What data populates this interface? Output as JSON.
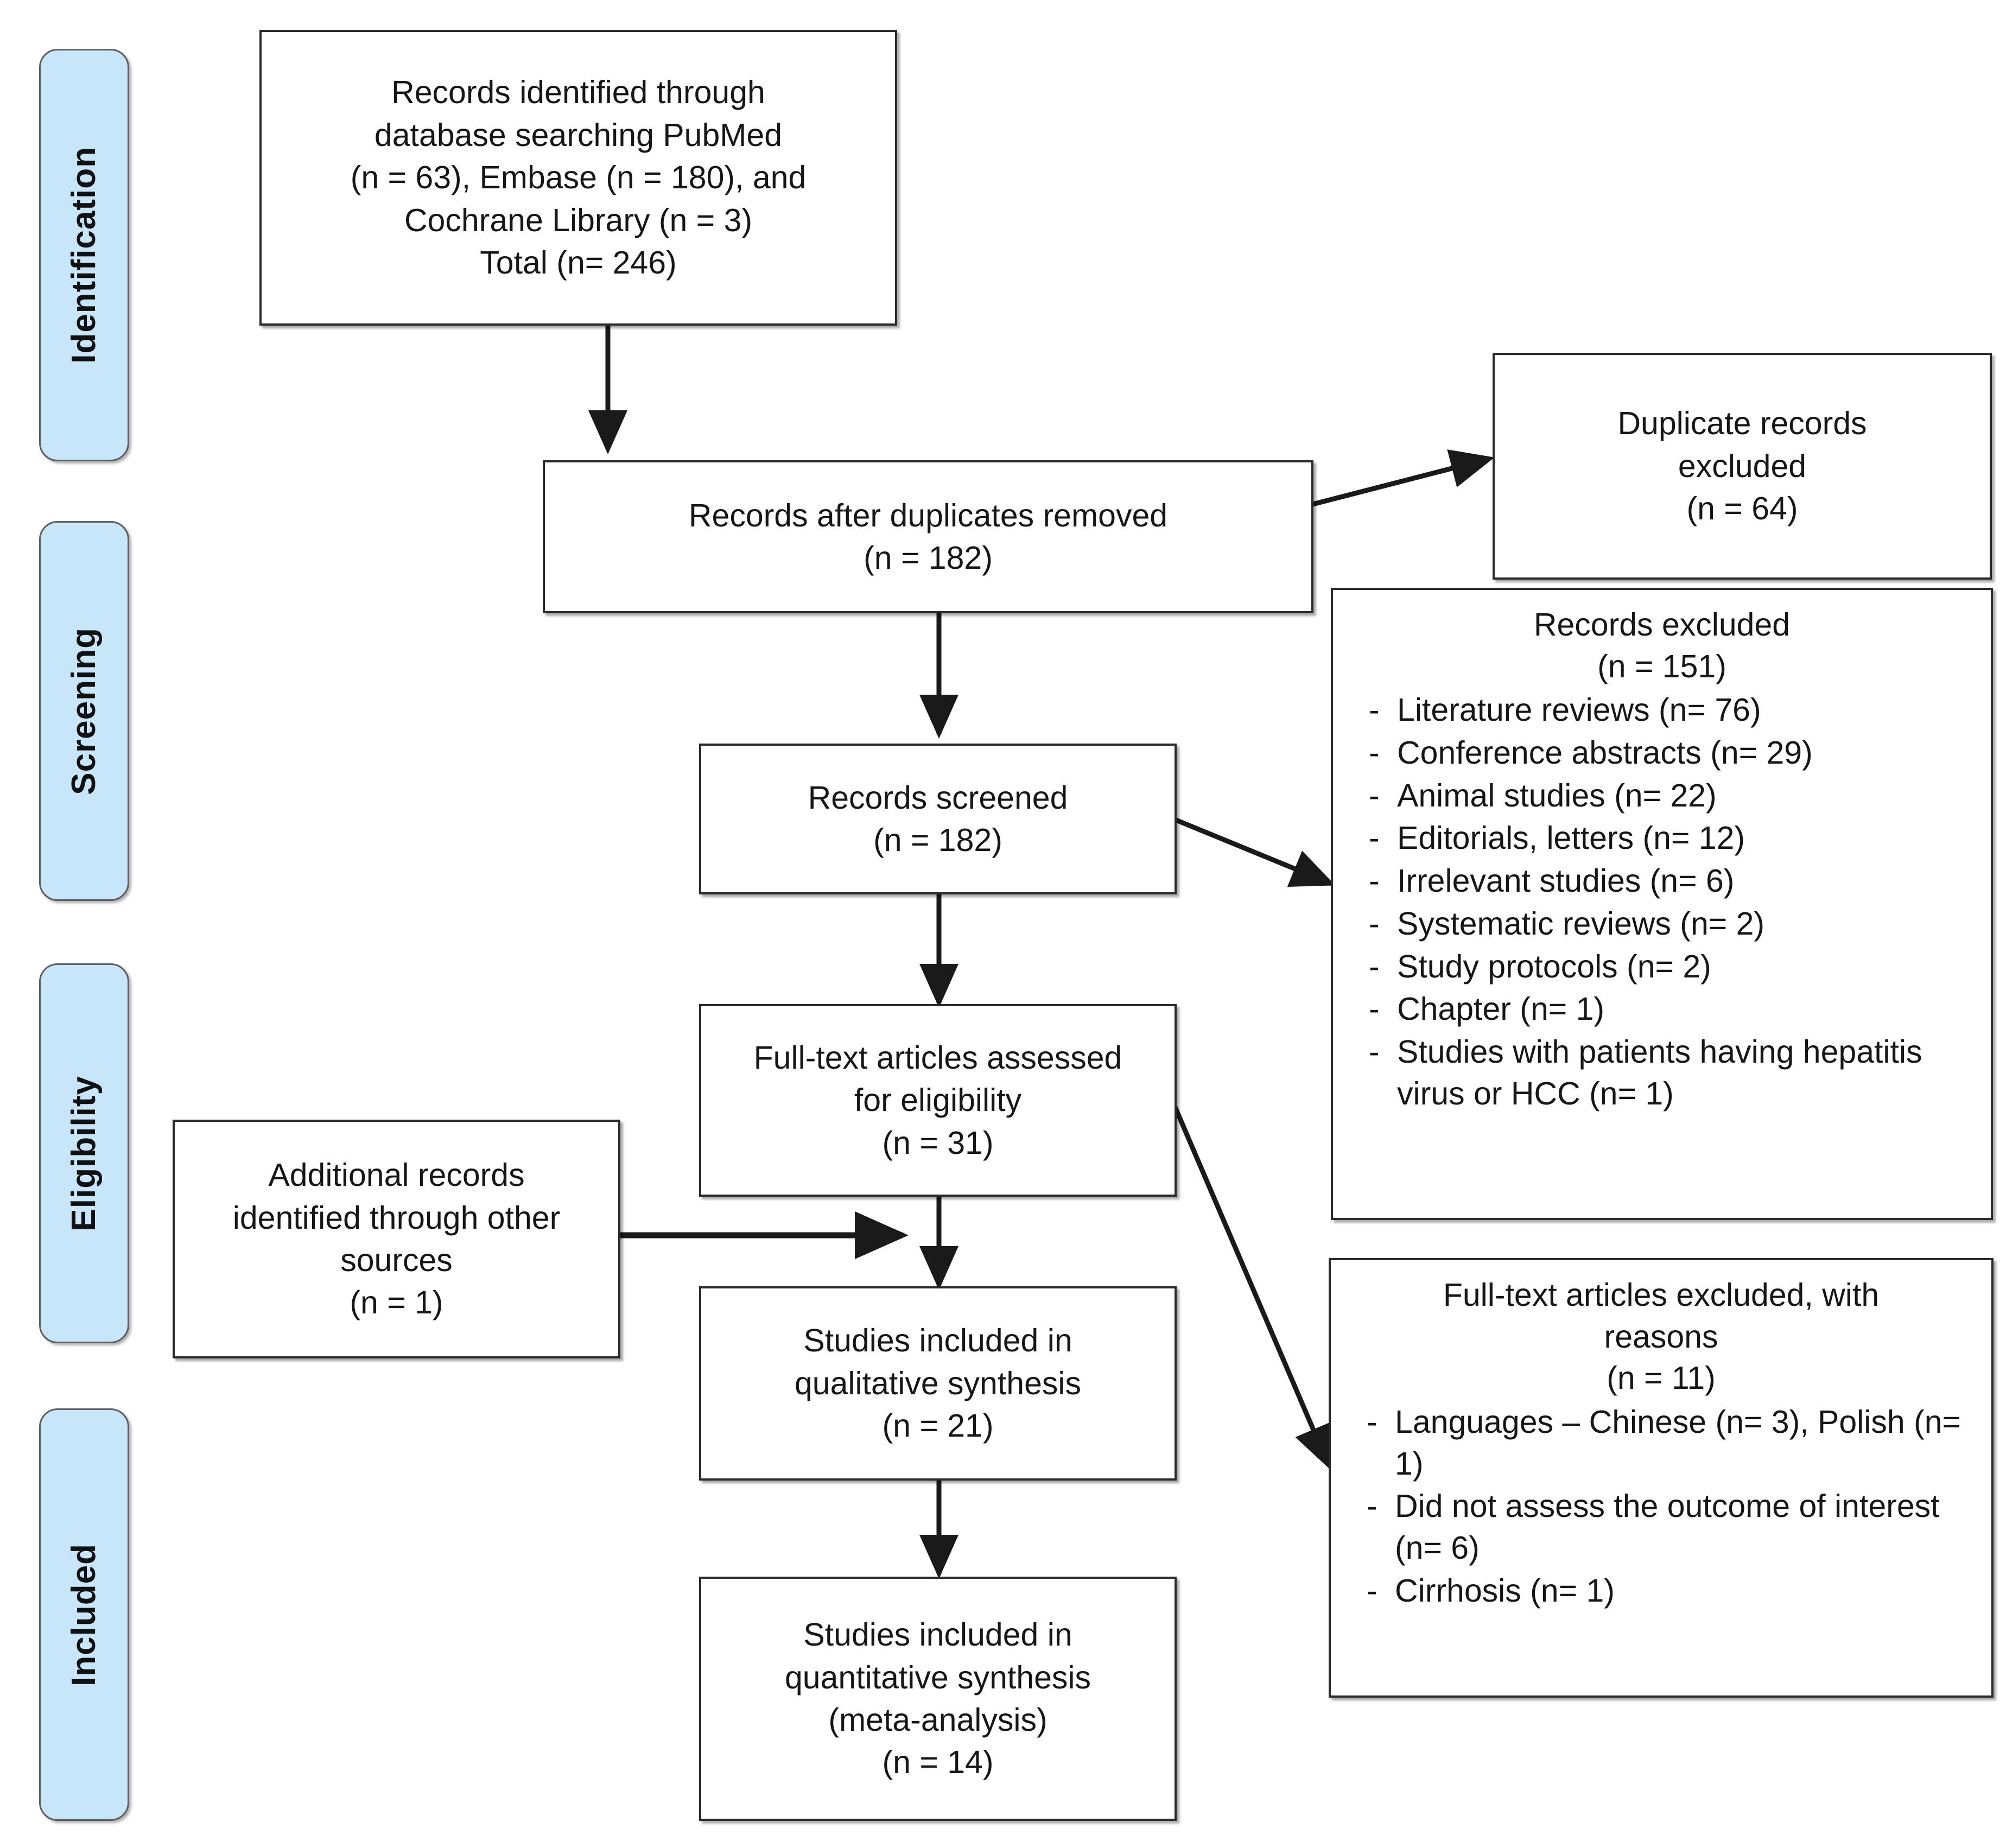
{
  "diagram": {
    "type": "prisma-flow-diagram",
    "title": "PRISMA Study Selection Flow Diagram",
    "colors": {
      "stage_pill_fill": "#c7e6fa",
      "stage_pill_border": "#5e5e5e",
      "box_border": "#2b2b2b",
      "box_fill": "#ffffff",
      "text": "#161616",
      "connector": "#1a1a1a"
    }
  },
  "stages": [
    {
      "id": "identification",
      "label": "Identification"
    },
    {
      "id": "screening",
      "label": "Screening"
    },
    {
      "id": "eligibility",
      "label": "Eligibility"
    },
    {
      "id": "included",
      "label": "Included"
    }
  ],
  "boxes": {
    "records_identified": {
      "id": "records-identified",
      "lines": [
        "Records identified through",
        "database searching PubMed",
        "(n = 63), Embase (n = 180), and",
        "Cochrane Library (n = 3)",
        "Total (n= 246)"
      ],
      "counts": {
        "pubmed": 63,
        "embase": 180,
        "cochrane": 3,
        "total": 246
      }
    },
    "records_after_duplicates": {
      "id": "records-after-duplicates-removed",
      "lines": [
        "Records after duplicates removed",
        "(n = 182)"
      ],
      "count": 182
    },
    "duplicates_excluded": {
      "id": "duplicate-records-excluded",
      "lines": [
        "Duplicate records",
        "excluded",
        "(n = 64)"
      ],
      "count": 64
    },
    "records_screened": {
      "id": "records-screened",
      "lines": [
        "Records screened",
        "(n = 182)"
      ],
      "count": 182
    },
    "records_excluded": {
      "id": "records-excluded",
      "heading": [
        "Records excluded",
        "(n = 151)"
      ],
      "count": 151,
      "reasons": [
        {
          "label": "Literature reviews (n= 76)",
          "n": 76
        },
        {
          "label": "Conference abstracts (n= 29)",
          "n": 29
        },
        {
          "label": "Animal studies (n= 22)",
          "n": 22
        },
        {
          "label": "Editorials, letters (n= 12)",
          "n": 12
        },
        {
          "label": "Irrelevant studies (n= 6)",
          "n": 6
        },
        {
          "label": "Systematic reviews (n= 2)",
          "n": 2
        },
        {
          "label": "Study protocols (n= 2)",
          "n": 2
        },
        {
          "label": "Chapter (n= 1)",
          "n": 1
        },
        {
          "label": "Studies with patients having hepatitis virus or HCC (n= 1)",
          "n": 1
        }
      ],
      "bullet": "-"
    },
    "fulltext_assessed": {
      "id": "full-text-articles-assessed",
      "lines": [
        "Full-text articles assessed",
        "for eligibility",
        "(n = 31)"
      ],
      "count": 31
    },
    "additional_records": {
      "id": "additional-records-identified",
      "lines": [
        "Additional records",
        "identified through other",
        "sources",
        "(n = 1)"
      ],
      "count": 1
    },
    "fulltext_excluded": {
      "id": "full-text-articles-excluded",
      "heading": [
        "Full-text articles excluded, with",
        "reasons",
        "(n = 11)"
      ],
      "count": 11,
      "reasons": [
        {
          "label": "Languages – Chinese (n= 3), Polish (n= 1)",
          "n": 4
        },
        {
          "label": "Did not assess the outcome of interest (n= 6)",
          "n": 6
        },
        {
          "label": "Cirrhosis (n= 1)",
          "n": 1
        }
      ],
      "bullet": "-"
    },
    "qualitative_synthesis": {
      "id": "studies-included-qualitative",
      "lines": [
        "Studies included in",
        "qualitative synthesis",
        "(n = 21)"
      ],
      "count": 21
    },
    "quantitative_synthesis": {
      "id": "studies-included-quantitative",
      "lines": [
        "Studies included in",
        "quantitative synthesis",
        "(meta-analysis)",
        "(n = 14)"
      ],
      "count": 14
    }
  },
  "connectors": [
    {
      "from": "records_identified",
      "to": "records_after_duplicates",
      "kind": "vertical-arrow"
    },
    {
      "from": "records_after_duplicates",
      "to": "duplicates_excluded",
      "kind": "diagonal-arrow"
    },
    {
      "from": "records_after_duplicates",
      "to": "records_screened",
      "kind": "vertical-arrow"
    },
    {
      "from": "records_screened",
      "to": "records_excluded",
      "kind": "diagonal-arrow"
    },
    {
      "from": "records_screened",
      "to": "fulltext_assessed",
      "kind": "vertical-arrow"
    },
    {
      "from": "fulltext_assessed",
      "to": "fulltext_excluded",
      "kind": "diagonal-arrow"
    },
    {
      "from": "additional_records",
      "to": "qualitative_synthesis",
      "kind": "horizontal-arrow"
    },
    {
      "from": "fulltext_assessed",
      "to": "qualitative_synthesis",
      "kind": "vertical-arrow"
    },
    {
      "from": "qualitative_synthesis",
      "to": "quantitative_synthesis",
      "kind": "vertical-arrow"
    }
  ]
}
